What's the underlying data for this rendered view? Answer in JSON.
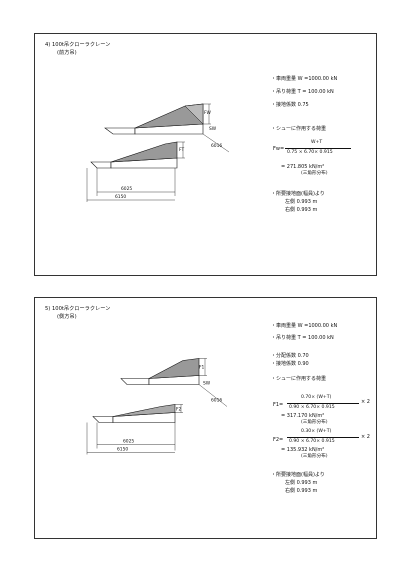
{
  "section_a": {
    "title": "4) 100t吊クローラクレーン",
    "subtitle": "(前方吊)",
    "diagram": {
      "dim_fw": "FW",
      "dim_sw": "SW",
      "dim_ft": "FT",
      "dim_6016": "6016",
      "dim_6025": "6025",
      "dim_6150": "6150"
    },
    "params": {
      "vehicle_weight": "・車両重量 W  =1000.00 kN",
      "lift_load": "・吊り荷重 T  =  100.00 kN",
      "ground_coef": "・接地係数      0.75",
      "load_heading": "・シューに作用する荷重"
    },
    "formula": {
      "lhs": "Fw=",
      "num": "W+T",
      "den": "0.75 × 6.70× 0.915",
      "result": "= 271.805 kN/m²",
      "note": "(三角形分布)"
    },
    "bearing": {
      "heading": "・所要接地面(幅員)より",
      "left": "左側  0.993 m",
      "right": "右側  0.993 m"
    }
  },
  "section_b": {
    "title": "5) 100t吊クローラクレーン",
    "subtitle": "(側方吊)",
    "diagram": {
      "dim_f1": "F1",
      "dim_sw": "SW",
      "dim_f2": "F2",
      "dim_6016": "6016",
      "dim_6025": "6025",
      "dim_6150": "6150"
    },
    "params": {
      "vehicle_weight": "・車両重量 W  =1000.00 kN",
      "lift_load": "・吊り荷重 T  =  100.00 kN",
      "dist_coef": "・分配係数      0.70",
      "ground_coef": "・接地係数      0.90",
      "load_heading": "・シューに作用する荷重"
    },
    "formula1": {
      "lhs": "F1=",
      "num": "0.70× (W+T)",
      "den": "0.90 × 6.70× 0.915",
      "mult": "× 2",
      "result": "= 317.170 kN/m²",
      "note": "(三角形分布)"
    },
    "formula2": {
      "lhs": "F2=",
      "num": "0.30× (W+T)",
      "den": "0.90 × 6.70× 0.915",
      "mult": "× 2",
      "result": "= 135.932 kN/m²",
      "note": "(三角形分布)"
    },
    "bearing": {
      "heading": "・所要接地面(幅員)より",
      "left": "左側  0.993 m",
      "right": "右側  0.993 m"
    }
  }
}
